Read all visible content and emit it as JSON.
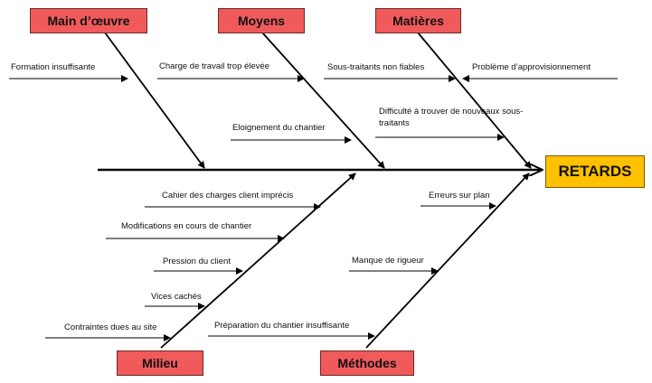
{
  "effect": {
    "label": "RETARDS"
  },
  "categories": {
    "main_oeuvre": {
      "label": "Main d’œuvre"
    },
    "moyens": {
      "label": "Moyens"
    },
    "matieres": {
      "label": "Matières"
    },
    "milieu": {
      "label": "Milieu"
    },
    "methodes": {
      "label": "Méthodes"
    }
  },
  "causes": {
    "main_oeuvre": [
      "Formation insuffisante"
    ],
    "moyens": [
      "Charge de travail trop élevée",
      "Eloignement du chantier"
    ],
    "matieres": [
      "Sous-traitants non fiables",
      "Problème d’approvisionnement",
      "Difficulté à trouver de nouveaux sous-traitants"
    ],
    "milieu": [
      "Cahier des charges client imprécis",
      "Modifications en cours de chantier",
      "Pression du client",
      "Vices cachés",
      "Contraintes dues au site"
    ],
    "methodes": [
      "Erreurs sur plan",
      "Manque de rigueur",
      "Préparation du chantier insuffisante"
    ]
  },
  "colors": {
    "category": "#f05a5a",
    "effect": "#ffc000",
    "line": "#000000"
  }
}
